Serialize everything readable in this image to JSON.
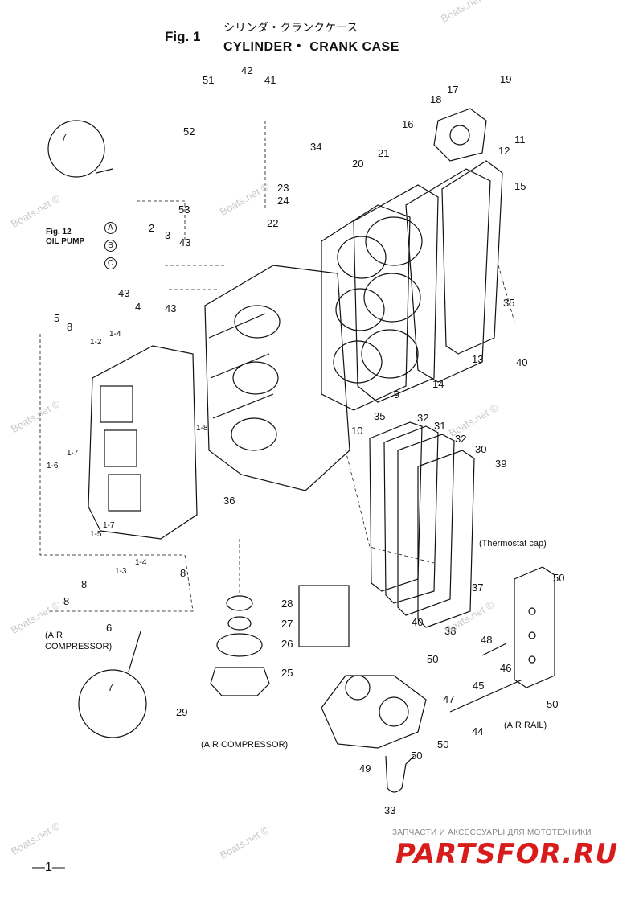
{
  "header": {
    "fig_no": "Fig. 1",
    "title_jp": "シリンダ・クランクケース",
    "title_en": "CYLINDER・ CRANK CASE"
  },
  "fig_ref": {
    "line1": "Fig. 12",
    "line2": "OIL PUMP"
  },
  "pump_ports": [
    "A",
    "B",
    "C"
  ],
  "callouts": {
    "thermostat_cap": "(Thermostat cap)",
    "air_rail": "(AIR RAIL)",
    "air_compressor_right": "(AIR COMPRESSOR)",
    "air_compressor_left_1": "(AIR",
    "air_compressor_left_2": "COMPRESSOR)"
  },
  "part_labels": [
    {
      "id": "p51",
      "text": "51"
    },
    {
      "id": "p42",
      "text": "42"
    },
    {
      "id": "p41",
      "text": "41"
    },
    {
      "id": "p52",
      "text": "52"
    },
    {
      "id": "p53",
      "text": "53"
    },
    {
      "id": "p7a",
      "text": "7"
    },
    {
      "id": "p34",
      "text": "34"
    },
    {
      "id": "p23",
      "text": "23"
    },
    {
      "id": "p24",
      "text": "24"
    },
    {
      "id": "p22",
      "text": "22"
    },
    {
      "id": "p16",
      "text": "16"
    },
    {
      "id": "p21",
      "text": "21"
    },
    {
      "id": "p20",
      "text": "20"
    },
    {
      "id": "p18",
      "text": "18"
    },
    {
      "id": "p17",
      "text": "17"
    },
    {
      "id": "p19",
      "text": "19"
    },
    {
      "id": "p12",
      "text": "12"
    },
    {
      "id": "p11",
      "text": "11"
    },
    {
      "id": "p15",
      "text": "15"
    },
    {
      "id": "p2",
      "text": "2"
    },
    {
      "id": "p3",
      "text": "3"
    },
    {
      "id": "p43a",
      "text": "43"
    },
    {
      "id": "p43b",
      "text": "43"
    },
    {
      "id": "p43c",
      "text": "43"
    },
    {
      "id": "p4",
      "text": "4"
    },
    {
      "id": "p35a",
      "text": "35"
    },
    {
      "id": "p13",
      "text": "13"
    },
    {
      "id": "p40a",
      "text": "40"
    },
    {
      "id": "p5",
      "text": "5"
    },
    {
      "id": "p8a",
      "text": "8"
    },
    {
      "id": "p1-2",
      "text": "1-2"
    },
    {
      "id": "p1-4a",
      "text": "1-4"
    },
    {
      "id": "p14",
      "text": "14"
    },
    {
      "id": "p9",
      "text": "9"
    },
    {
      "id": "p35b",
      "text": "35"
    },
    {
      "id": "p10",
      "text": "10"
    },
    {
      "id": "p32a",
      "text": "32"
    },
    {
      "id": "p31",
      "text": "31"
    },
    {
      "id": "p32b",
      "text": "32"
    },
    {
      "id": "p30",
      "text": "30"
    },
    {
      "id": "p39",
      "text": "39"
    },
    {
      "id": "p1-8",
      "text": "1-8"
    },
    {
      "id": "p1-7a",
      "text": "1-7"
    },
    {
      "id": "p1-6",
      "text": "1-6"
    },
    {
      "id": "p36",
      "text": "36"
    },
    {
      "id": "p1-7b",
      "text": "1-7"
    },
    {
      "id": "p1-5",
      "text": "1-5"
    },
    {
      "id": "p1-4b",
      "text": "1-4"
    },
    {
      "id": "p1-3",
      "text": "1-3"
    },
    {
      "id": "p8b",
      "text": "8"
    },
    {
      "id": "p8c",
      "text": "8"
    },
    {
      "id": "p8d",
      "text": "8"
    },
    {
      "id": "p6",
      "text": "6"
    },
    {
      "id": "p28",
      "text": "28"
    },
    {
      "id": "p27",
      "text": "27"
    },
    {
      "id": "p26",
      "text": "26"
    },
    {
      "id": "p25",
      "text": "25"
    },
    {
      "id": "p29",
      "text": "29"
    },
    {
      "id": "p7b",
      "text": "7"
    },
    {
      "id": "p37",
      "text": "37"
    },
    {
      "id": "p38",
      "text": "38"
    },
    {
      "id": "p40b",
      "text": "40"
    },
    {
      "id": "p48",
      "text": "48"
    },
    {
      "id": "p50a",
      "text": "50"
    },
    {
      "id": "p50b",
      "text": "50"
    },
    {
      "id": "p50c",
      "text": "50"
    },
    {
      "id": "p50d",
      "text": "50"
    },
    {
      "id": "p50e",
      "text": "50"
    },
    {
      "id": "p46",
      "text": "46"
    },
    {
      "id": "p45",
      "text": "45"
    },
    {
      "id": "p47",
      "text": "47"
    },
    {
      "id": "p44",
      "text": "44"
    },
    {
      "id": "p49",
      "text": "49"
    },
    {
      "id": "p33",
      "text": "33"
    }
  ],
  "watermark": "Boats.net ©",
  "footer": {
    "page_number": "—1—",
    "brand_tagline": "ЗАПЧАСТИ И АКСЕССУАРЫ ДЛЯ МОТОТЕХНИКИ",
    "brand_logo": "PARTSFOR.RU"
  },
  "colors": {
    "ink": "#111111",
    "brand": "#d81b1b",
    "watermark": "#c9c9c9"
  }
}
